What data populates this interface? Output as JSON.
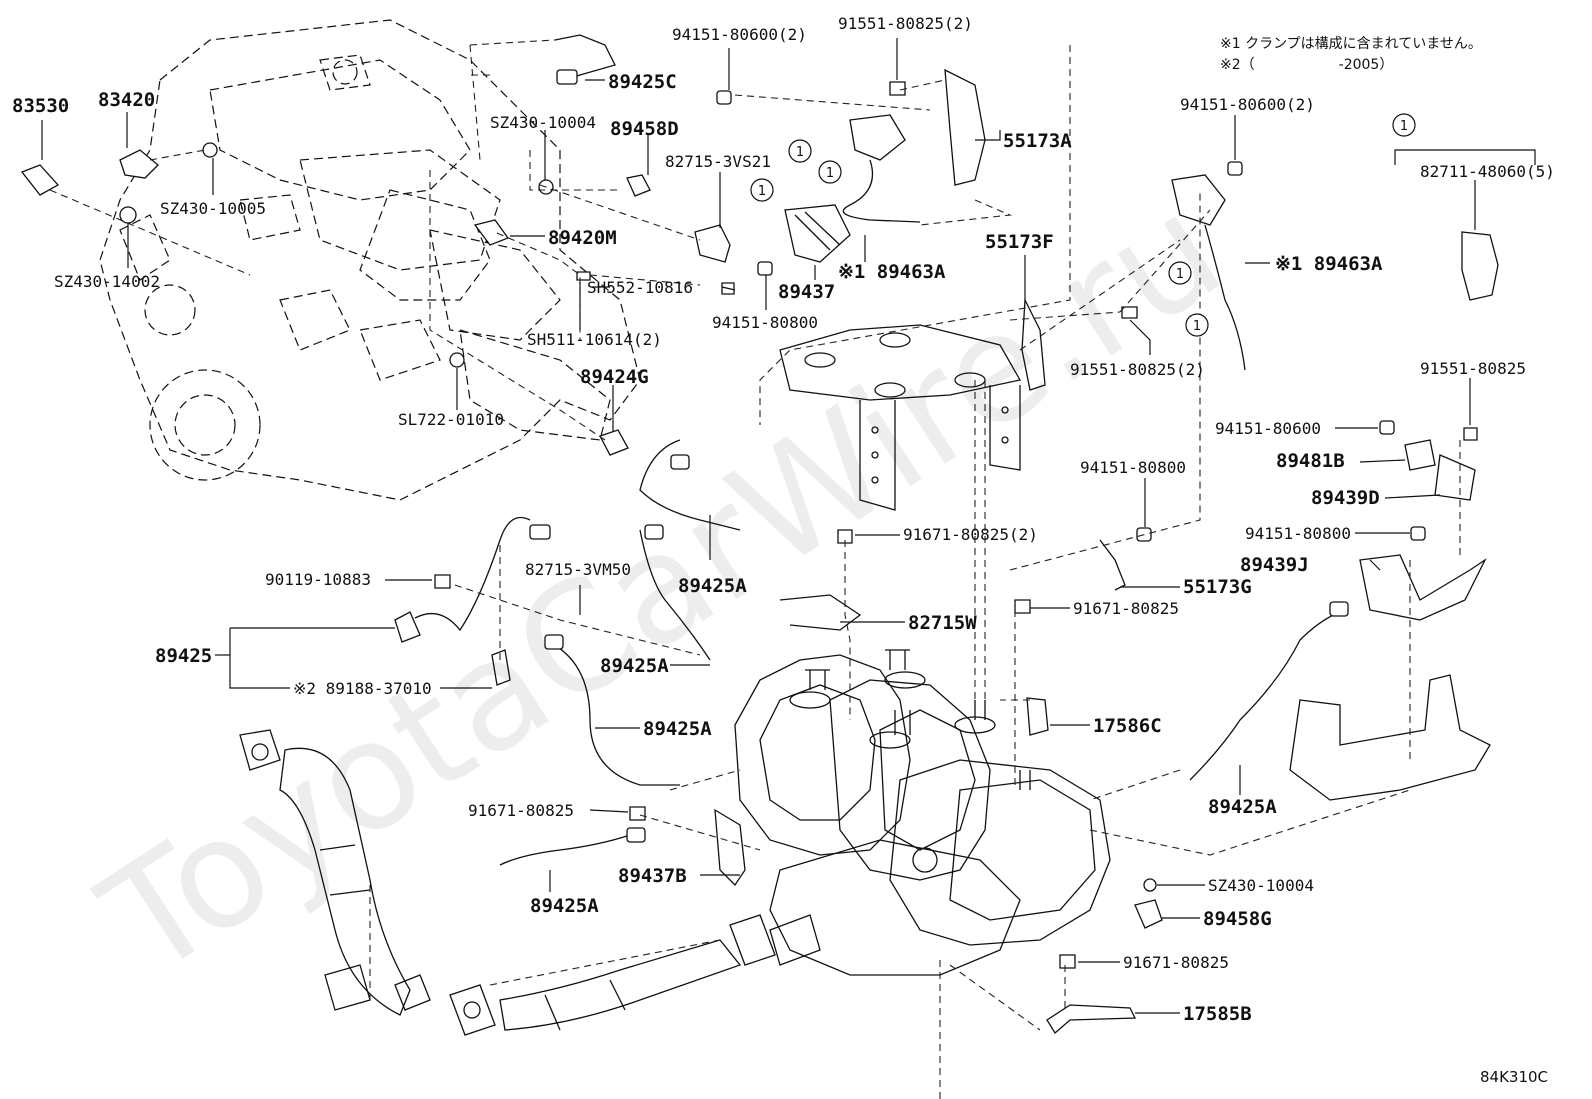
{
  "notes": [
    "※1 クランプは構成に含まれていません。",
    "※2（　　　　　　-2005）"
  ],
  "watermark": "ToyotaCarWire.ru",
  "diagram_code": "84K310C",
  "callout_marker": "1",
  "parts": [
    {
      "label": "83530"
    },
    {
      "label": "83420"
    },
    {
      "label": "89425C"
    },
    {
      "label": "SZ430-10004"
    },
    {
      "label": "89458D"
    },
    {
      "label": "SZ430-10005"
    },
    {
      "label": "SZ430-14002"
    },
    {
      "label": "89420M"
    },
    {
      "label": "82715-3VS21"
    },
    {
      "label": "SH552-10816"
    },
    {
      "label": "SH511-10614(2)"
    },
    {
      "label": "89424G"
    },
    {
      "label": "SL722-01010"
    },
    {
      "label": "94151-80600(2)"
    },
    {
      "label": "91551-80825(2)"
    },
    {
      "label": "55173A"
    },
    {
      "label": "※1 89463A"
    },
    {
      "label": "89437"
    },
    {
      "label": "94151-80800"
    },
    {
      "label": "55173F"
    },
    {
      "label": "94151-80600(2)"
    },
    {
      "label": "82711-48060(5)"
    },
    {
      "label": "※1 89463A"
    },
    {
      "label": "91551-80825(2)"
    },
    {
      "label": "91551-80825"
    },
    {
      "label": "94151-80600"
    },
    {
      "label": "89481B"
    },
    {
      "label": "89439D"
    },
    {
      "label": "94151-80800"
    },
    {
      "label": "89439J"
    },
    {
      "label": "94151-80800"
    },
    {
      "label": "91671-80825(2)"
    },
    {
      "label": "55173G"
    },
    {
      "label": "91671-80825"
    },
    {
      "label": "82715W"
    },
    {
      "label": "90119-10883"
    },
    {
      "label": "82715-3VM50"
    },
    {
      "label": "89425A"
    },
    {
      "label": "89425"
    },
    {
      "label": "※2 89188-37010"
    },
    {
      "label": "89425A"
    },
    {
      "label": "89425A"
    },
    {
      "label": "17586C"
    },
    {
      "label": "89425A"
    },
    {
      "label": "91671-80825"
    },
    {
      "label": "89437B"
    },
    {
      "label": "89425A"
    },
    {
      "label": "SZ430-10004"
    },
    {
      "label": "89458G"
    },
    {
      "label": "91671-80825"
    },
    {
      "label": "17585B"
    }
  ]
}
